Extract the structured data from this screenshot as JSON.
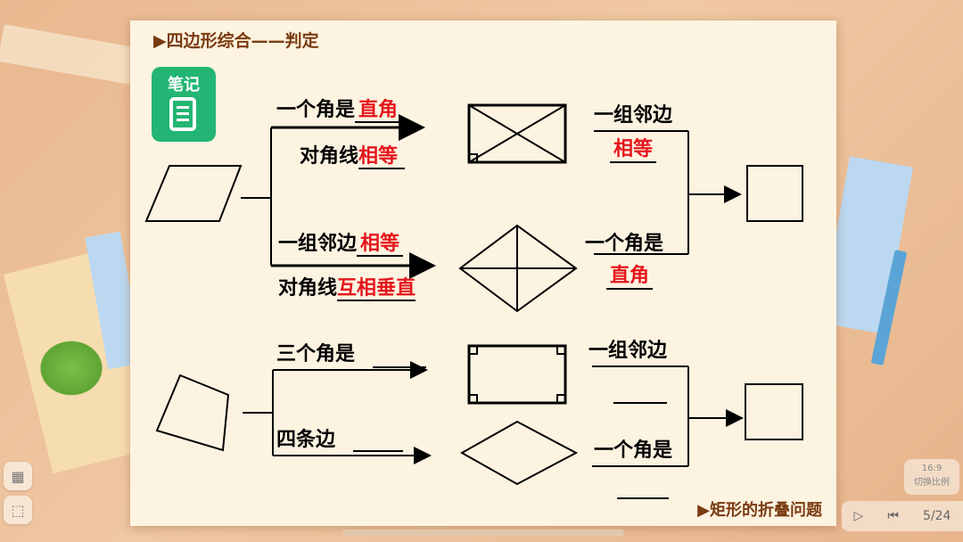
{
  "slide": {
    "title": "▶四边形综合——判定",
    "footer_link": "▶矩形的折叠问题",
    "note_label": "笔记",
    "branches": {
      "rect_angle": {
        "prefix": "一个角是",
        "answer": "直角"
      },
      "rect_diag": {
        "prefix": "对角线",
        "answer": "相等"
      },
      "rhombus_adj": {
        "prefix": "一组邻边",
        "answer": "相等"
      },
      "rhombus_diag": {
        "prefix": "对角线",
        "answer": "互相垂直"
      },
      "sq_from_rect": {
        "prefix": "一组邻边",
        "answer": "相等"
      },
      "sq_from_rhombus": {
        "prefix": "一个角是",
        "answer": "直角"
      },
      "quad_angles": {
        "prefix": "三个角是",
        "answer": ""
      },
      "quad_sides": {
        "prefix": "四条边",
        "answer": ""
      },
      "sq2_from_rect": {
        "prefix": "一组邻边",
        "answer": ""
      },
      "sq2_from_rhombus": {
        "prefix": "一个角是",
        "answer": ""
      }
    }
  },
  "ui": {
    "ratio_value": "16:9",
    "ratio_label": "切换比例",
    "page_indicator": "5/24",
    "icons": [
      "grid-icon",
      "pointer-icon",
      "play-icon",
      "prev-icon"
    ]
  },
  "colors": {
    "answer": "#e4161c",
    "title": "#7a3b10",
    "note": "#22b573"
  }
}
